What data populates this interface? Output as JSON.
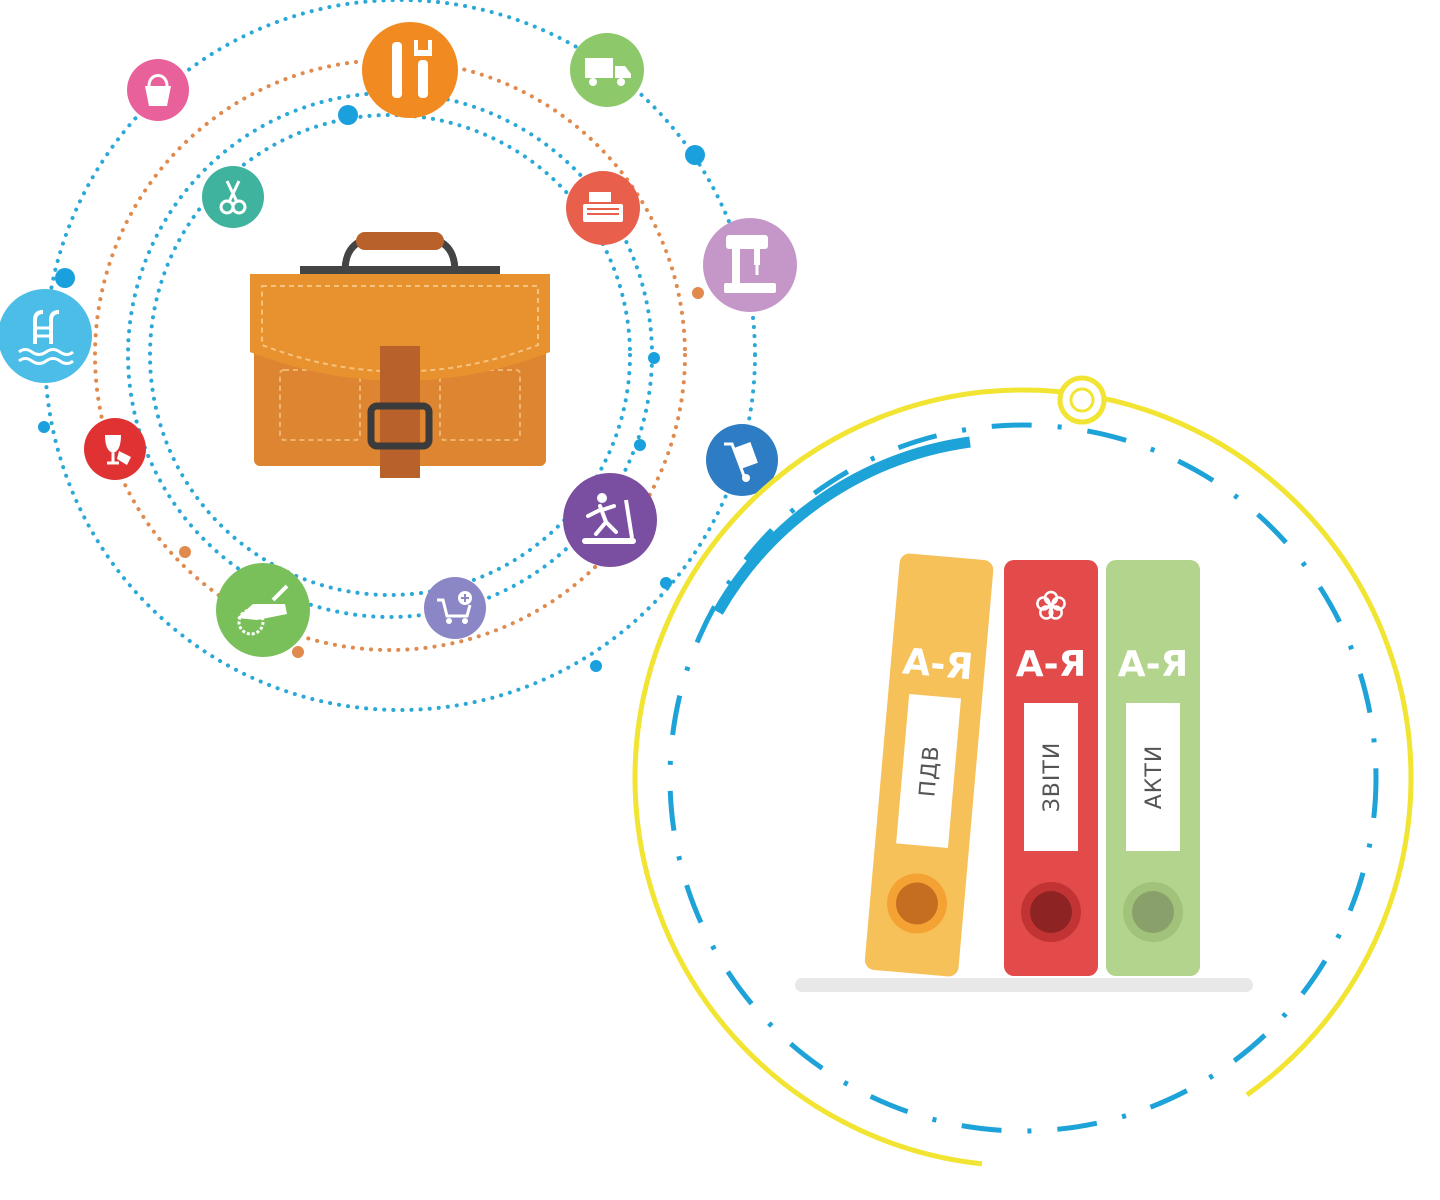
{
  "colors": {
    "orbit_blue": "#2aa8d8",
    "orbit_orange": "#e08a4e",
    "yellow_ring": "#f2e433",
    "briefcase": "#e8922f",
    "binder_yellow": "#f7c15a",
    "binder_red": "#e34a4a",
    "binder_green": "#b3d48c"
  },
  "icons": [
    {
      "name": "bucket-icon",
      "color": "#e9619a"
    },
    {
      "name": "tools-icon",
      "color": "#f28a22"
    },
    {
      "name": "truck-icon",
      "color": "#8dc86a"
    },
    {
      "name": "scissors-icon",
      "color": "#3fb39d"
    },
    {
      "name": "cash-register-icon",
      "color": "#e8604c"
    },
    {
      "name": "drill-press-icon",
      "color": "#c597c9"
    },
    {
      "name": "pool-ladder-icon",
      "color": "#4bbde6"
    },
    {
      "name": "wine-glass-icon",
      "color": "#e03232"
    },
    {
      "name": "hand-truck-icon",
      "color": "#2e7cc4"
    },
    {
      "name": "treadmill-icon",
      "color": "#7a4ea0"
    },
    {
      "name": "cart-plus-icon",
      "color": "#8b86c6"
    },
    {
      "name": "saw-icon",
      "color": "#79bf5a"
    }
  ],
  "binders": [
    {
      "letters": "А-Я",
      "label": "ПДВ"
    },
    {
      "letters": "А-Я",
      "label": "ЗВІТИ"
    },
    {
      "letters": "А-Я",
      "label": "АКТИ"
    }
  ]
}
